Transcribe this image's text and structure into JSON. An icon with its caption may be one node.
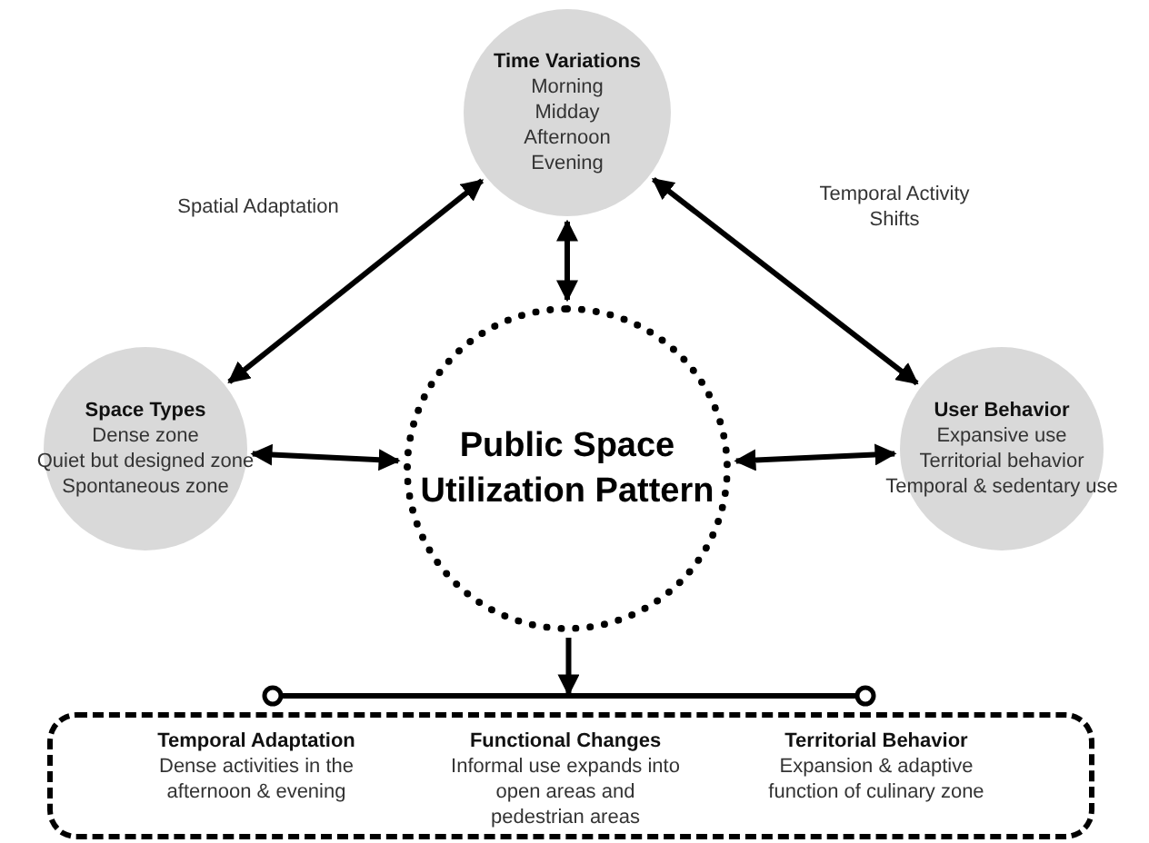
{
  "diagram": {
    "nodes": [
      {
        "text": [
          "Time Variations",
          "Morning",
          "Midday",
          "Afternoon",
          "Evening"
        ]
      },
      {
        "text": [
          "Space Types",
          "Dense zone",
          "Quiet but designed zone",
          "Spontaneous zone"
        ]
      },
      {
        "text": [
          "Public Space Utilization Pattern"
        ]
      },
      {
        "text": [
          "User Behavior",
          "Expansive use",
          "Territorial behavior",
          "Temporal & sedentary use"
        ]
      },
      {
        "text": [],
        "shape": "bar"
      },
      {
        "text": [],
        "shape": "box"
      },
      {
        "text": [
          "Temporal Adaptation",
          "Dense activities in the afternoon & evening"
        ],
        "in": 5
      },
      {
        "text": [
          "Functional Changes",
          "Informal use expands into open areas and pedestrian areas"
        ],
        "in": 5
      },
      {
        "text": [
          "Territorial Behavior",
          "Expansion & adaptive function of culinary zone"
        ],
        "in": 5
      }
    ],
    "edges": [
      {
        "from": 1,
        "to": 0,
        "arrow": "both",
        "label": "Spatial Adaptation"
      },
      {
        "from": 0,
        "to": 3,
        "arrow": "both",
        "label": "Temporal Activity Shifts"
      },
      {
        "from": 0,
        "to": 2,
        "arrow": "both"
      },
      {
        "from": 1,
        "to": 2,
        "arrow": "both"
      },
      {
        "from": 2,
        "to": 3,
        "arrow": "both"
      },
      {
        "from": 2,
        "to": 4,
        "arrow": "to"
      }
    ]
  }
}
